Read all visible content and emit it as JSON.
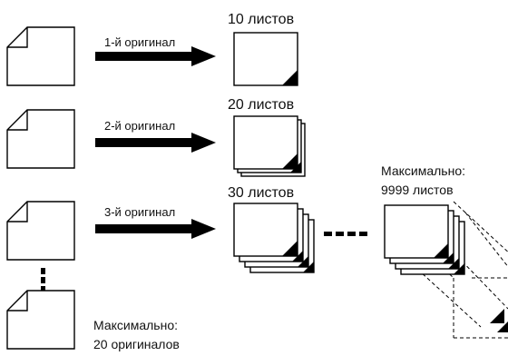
{
  "rows": [
    {
      "arrow_label": "1-й оригинал",
      "count_label": "10  листов"
    },
    {
      "arrow_label": "2-й оригинал",
      "count_label": "20  листов"
    },
    {
      "arrow_label": "3-й оригинал",
      "count_label": "30  листов"
    }
  ],
  "max_copies": {
    "line1": "Максимально:",
    "line2": "9999 листов"
  },
  "max_originals": {
    "line1": "Максимально:",
    "line2": "20 оригиналов"
  }
}
